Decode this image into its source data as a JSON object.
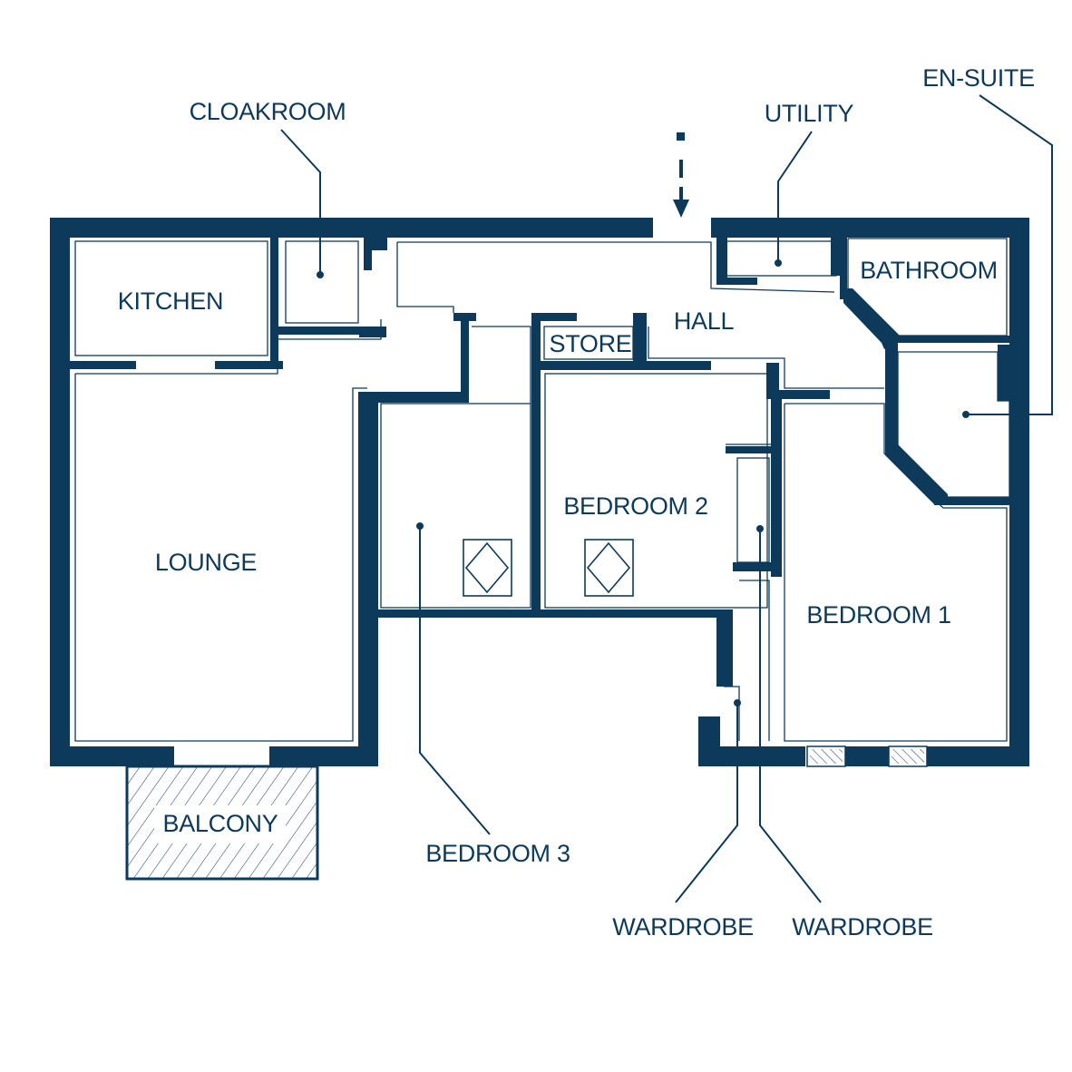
{
  "rooms": {
    "kitchen": "KITCHEN",
    "lounge": "LOUNGE",
    "balcony": "BALCONY",
    "cloakroom": "CLOAKROOM",
    "hall": "HALL",
    "store": "STORE",
    "bedroom2": "BEDROOM 2",
    "bedroom3": "BEDROOM 3",
    "utility": "UTILITY",
    "bathroom": "BATHROOM",
    "ensuite": "EN-SUITE",
    "bedroom1": "BEDROOM 1",
    "wardrobe_left": "WARDROBE",
    "wardrobe_right": "WARDROBE"
  },
  "icons": {
    "entrance": "entrance-arrow-icon",
    "cupboard": "diamond-cupboard-icon",
    "radiator": "hatched-radiator-icon"
  },
  "colors": {
    "wall": "#0d3a5a",
    "background": "#ffffff"
  }
}
